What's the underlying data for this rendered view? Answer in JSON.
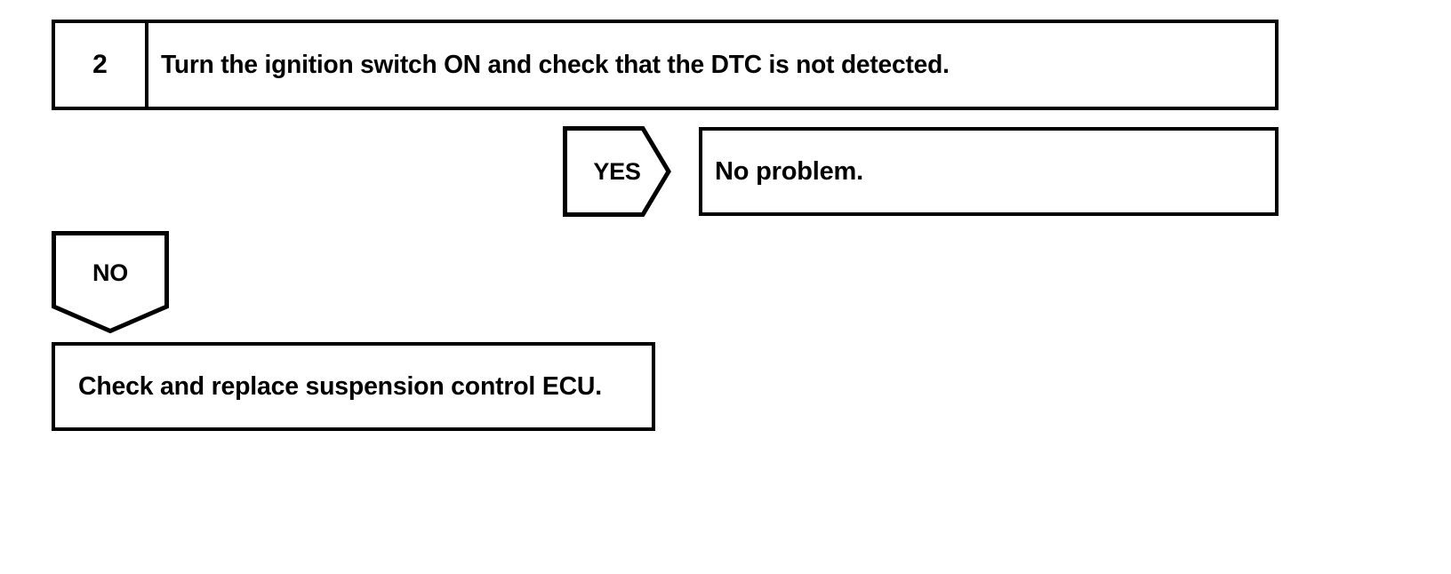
{
  "diagram": {
    "type": "diagnostic-flowchart",
    "stroke_color": "#000000",
    "background_color": "#ffffff",
    "step": {
      "number": "2",
      "instruction": "Turn the ignition switch ON and check that the DTC is not detected."
    },
    "branches": [
      {
        "label": "YES",
        "direction": "right",
        "result": "No problem."
      },
      {
        "label": "NO",
        "direction": "down",
        "result": "Check and replace suspension control ECU."
      }
    ],
    "yes_branch": {
      "label": "YES",
      "result_text": "No problem."
    },
    "no_branch": {
      "label": "NO",
      "result_text": "Check and replace suspension control ECU."
    }
  }
}
